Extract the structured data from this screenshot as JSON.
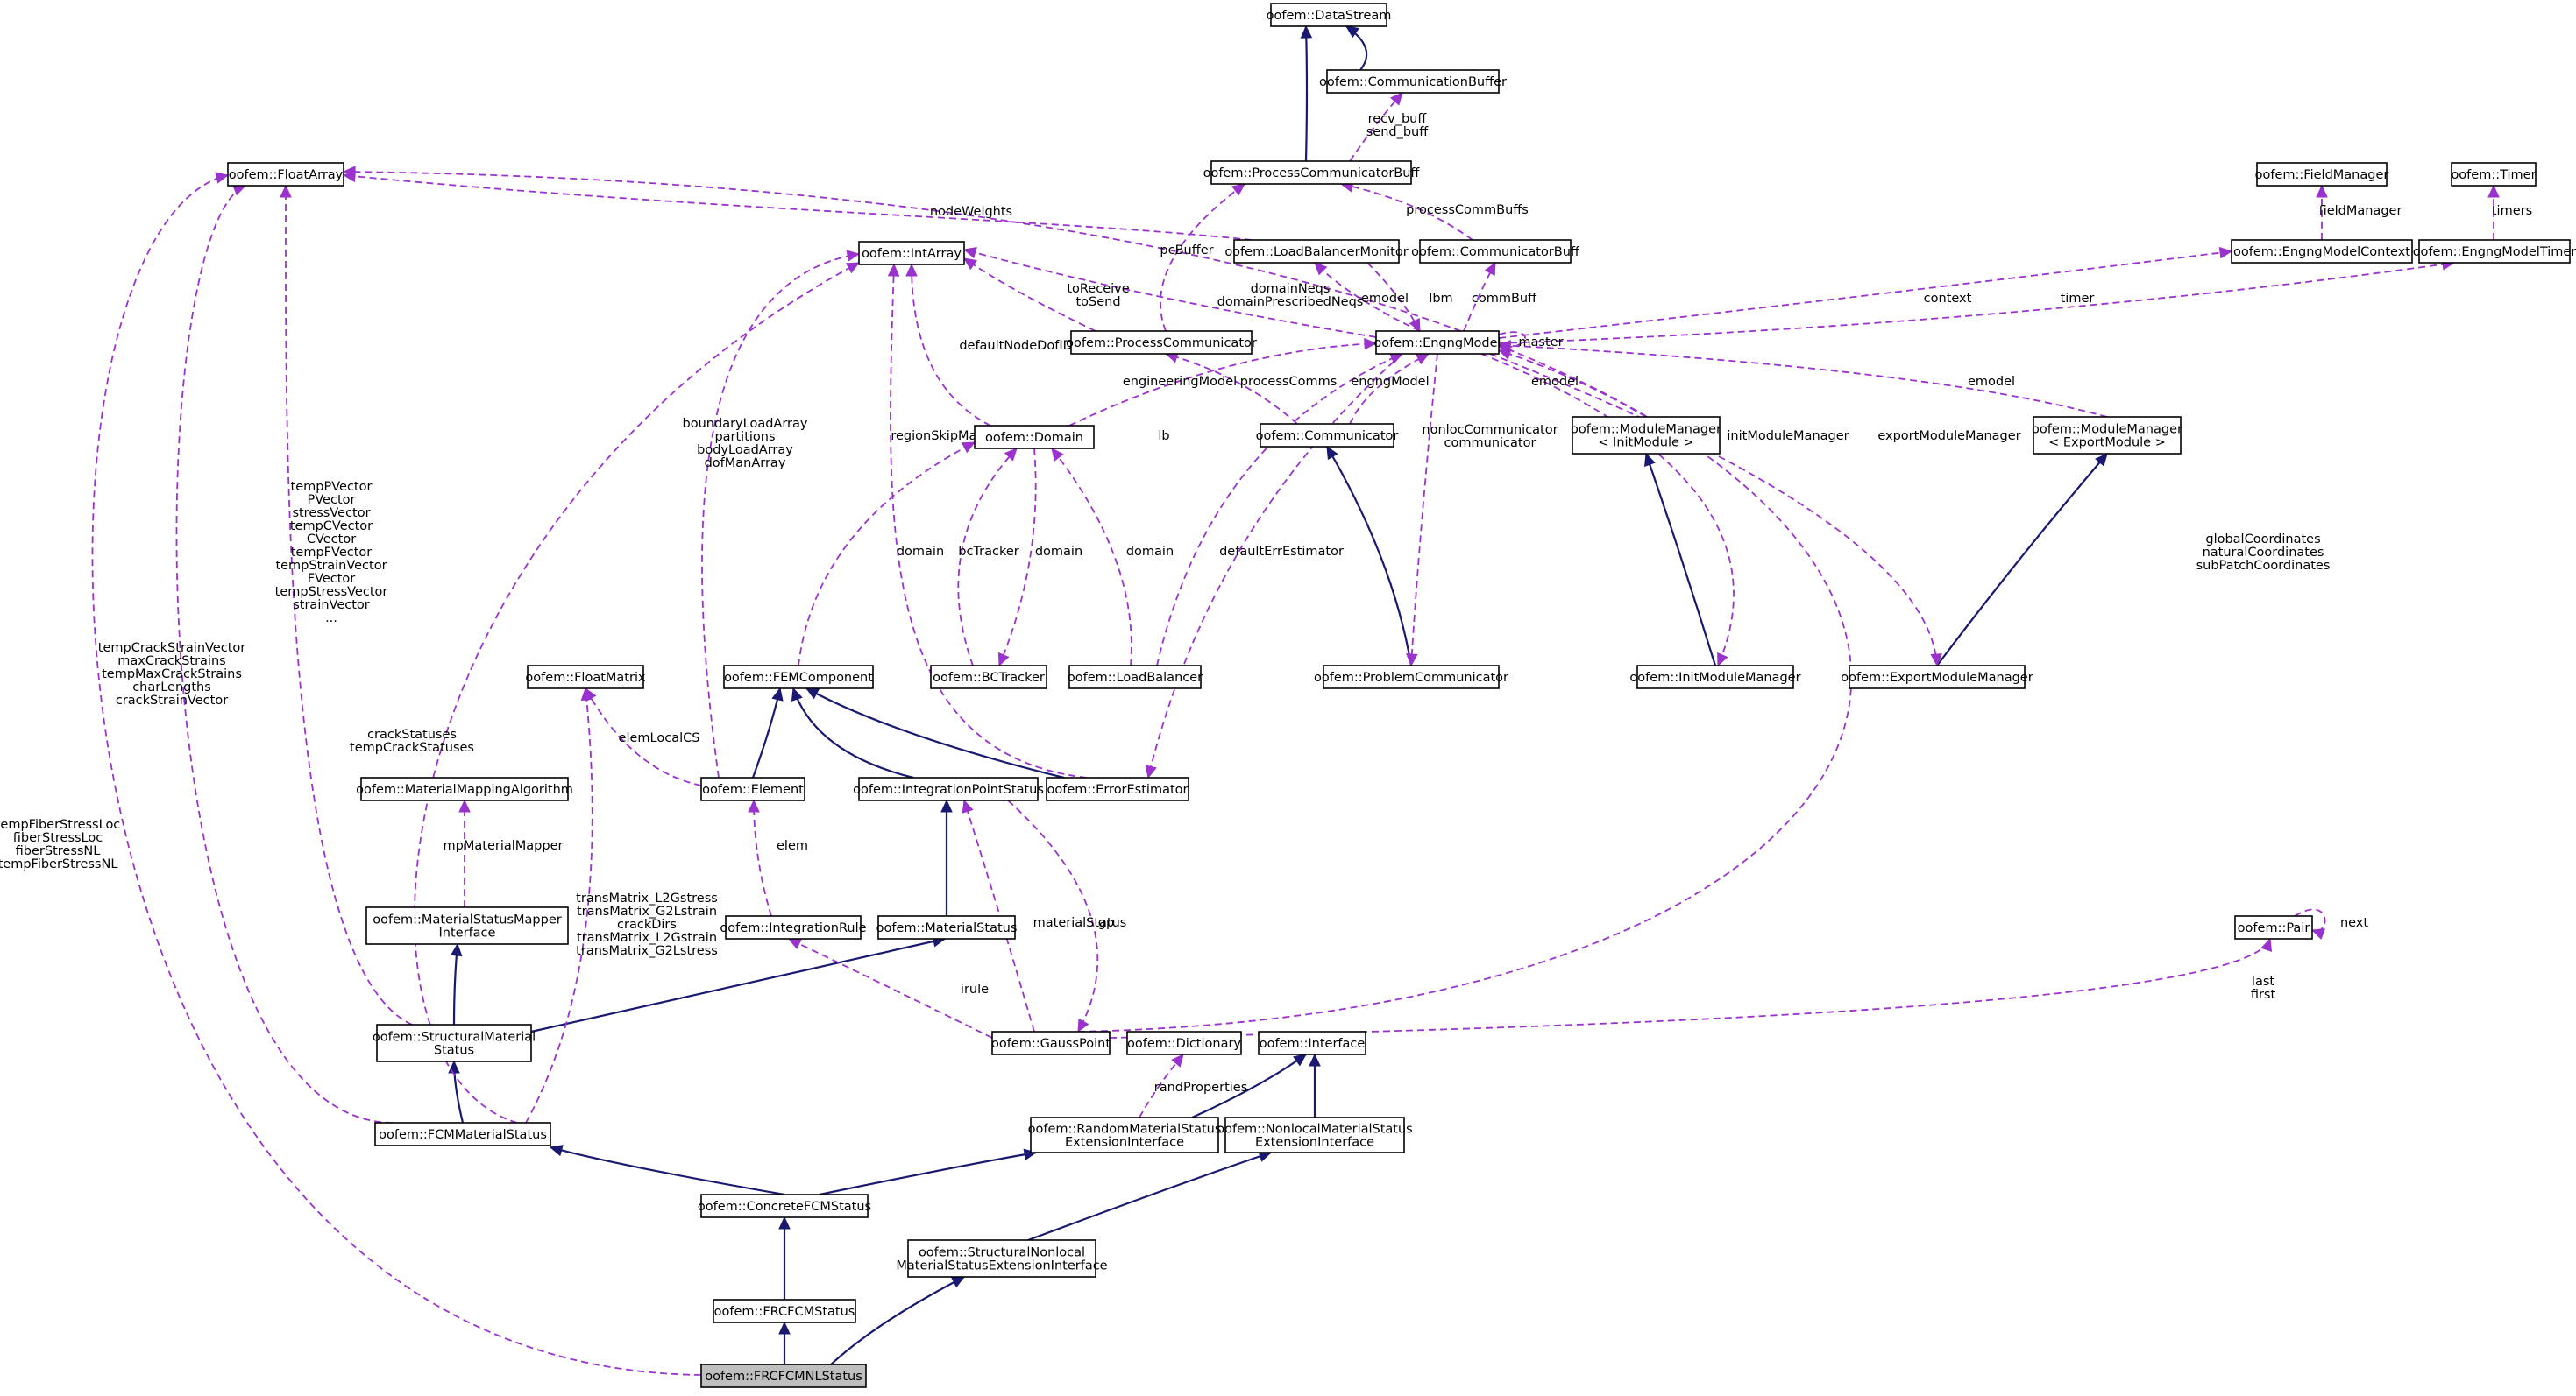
{
  "nodes": {
    "datastream": "oofem::DataStream",
    "commbuffer": "oofem::CommunicationBuffer",
    "pcommbuff": "oofem::ProcessCommunicatorBuff",
    "floatarray": "oofem::FloatArray",
    "intarray": "oofem::IntArray",
    "lbmonitor": "oofem::LoadBalancerMonitor",
    "commbuff": "oofem::CommunicatorBuff",
    "fieldmanager": "oofem::FieldManager",
    "timer": "oofem::Timer",
    "emcontext": "oofem::EngngModelContext",
    "emtimer": "oofem::EngngModelTimer",
    "pcomm": "oofem::ProcessCommunicator",
    "engngmodel": "oofem::EngngModel",
    "domain": "oofem::Domain",
    "communicator": "oofem::Communicator",
    "mm_init": [
      "oofem::ModuleManager",
      "< InitModule >"
    ],
    "mm_export": [
      "oofem::ModuleManager",
      "< ExportModule >"
    ],
    "floatmatrix": "oofem::FloatMatrix",
    "femcomponent": "oofem::FEMComponent",
    "bctracker": "oofem::BCTracker",
    "loadbalancer": "oofem::LoadBalancer",
    "problemcomm": "oofem::ProblemCommunicator",
    "initmm": "oofem::InitModuleManager",
    "exportmm": "oofem::ExportModuleManager",
    "mma": "oofem::MaterialMappingAlgorithm",
    "element": "oofem::Element",
    "ipstatus": "oofem::IntegrationPointStatus",
    "errest": "oofem::ErrorEstimator",
    "msmi": [
      "oofem::MaterialStatusMapper",
      "Interface"
    ],
    "intrule": "oofem::IntegrationRule",
    "matstatus": "oofem::MaterialStatus",
    "pair": "oofem::Pair",
    "structmatstatus": [
      "oofem::StructuralMaterial",
      "Status"
    ],
    "gausspoint": "oofem::GaussPoint",
    "dictionary": "oofem::Dictionary",
    "interface": "oofem::Interface",
    "fcmmatstatus": "oofem::FCMMaterialStatus",
    "rmsei": [
      "oofem::RandomMaterialStatus",
      "ExtensionInterface"
    ],
    "nmsei": [
      "oofem::NonlocalMaterialStatus",
      "ExtensionInterface"
    ],
    "concretefcm": "oofem::ConcreteFCMStatus",
    "snmsei": [
      "oofem::StructuralNonlocal",
      "MaterialStatusExtensionInterface"
    ],
    "frcfcm": "oofem::FRCFCMStatus",
    "frcfcmnl": "oofem::FRCFCMNLStatus"
  },
  "edge_labels": {
    "recv_send": [
      "recv_buff",
      "send_buff"
    ],
    "processCommBuffs": "processCommBuffs",
    "nodeWeights": "nodeWeights",
    "pcBuffer": "pcBuffer",
    "fieldManager": "fieldManager",
    "timers": "timers",
    "toReceive_toSend": [
      "toReceive",
      "toSend"
    ],
    "domainNeqs": [
      "domainNeqs",
      "domainPrescribedNeqs"
    ],
    "emodel_lbm": "emodel",
    "lbm": "lbm",
    "commBuff": "commBuff",
    "context": "context",
    "timer": "timer",
    "master": "master",
    "defaultNodeDofIDArry": "defaultNodeDofIDArry",
    "engineeringModel": "engineeringModel",
    "processComms": "processComms",
    "engngModel": "engngModel",
    "emodel_init": "emodel",
    "emodel_export": "emodel",
    "regionSkipMap": "regionSkipMap",
    "lb": "lb",
    "nonlocComm": [
      "nonlocCommunicator",
      "communicator"
    ],
    "initModuleManager": "initModuleManager",
    "exportModuleManager": "exportModuleManager",
    "boundaryLoad": [
      "boundaryLoadArray",
      "partitions",
      "bodyLoadArray",
      "dofManArray"
    ],
    "tempPVector": [
      "tempPVector",
      "PVector",
      "stressVector",
      "tempCVector",
      "CVector",
      "tempFVector",
      "tempStrainVector",
      "FVector",
      "tempStressVector",
      "strainVector",
      "..."
    ],
    "coordinates": [
      "globalCoordinates",
      "naturalCoordinates",
      "subPatchCoordinates"
    ],
    "bcTracker": "bcTracker",
    "domain_bc": "domain",
    "domain_lb": "domain",
    "domain_err": "domain",
    "defaultErrEstimator": "defaultErrEstimator",
    "tempCrackStrain": [
      "tempCrackStrainVector",
      "maxCrackStrains",
      "tempMaxCrackStrains",
      "charLengths",
      "crackStrainVector"
    ],
    "crackStatuses": [
      "crackStatuses",
      "tempCrackStatuses"
    ],
    "elemLocalCS": "elemLocalCS",
    "tempFiberStress": [
      "tempFiberStressLoc",
      "fiberStressLoc",
      "fiberStressNL",
      "tempFiberStressNL"
    ],
    "mpMaterialMapper": "mpMaterialMapper",
    "elem": "elem",
    "transMatrix": [
      "transMatrix_L2Gstress",
      "transMatrix_G2Lstrain",
      "crackDirs",
      "transMatrix_L2Gstrain",
      "transMatrix_G2Lstress"
    ],
    "materialStatus": "materialStatus",
    "gp": "gp",
    "next": "next",
    "irule": "irule",
    "last_first": [
      "last",
      "first"
    ],
    "randProperties": "randProperties"
  }
}
